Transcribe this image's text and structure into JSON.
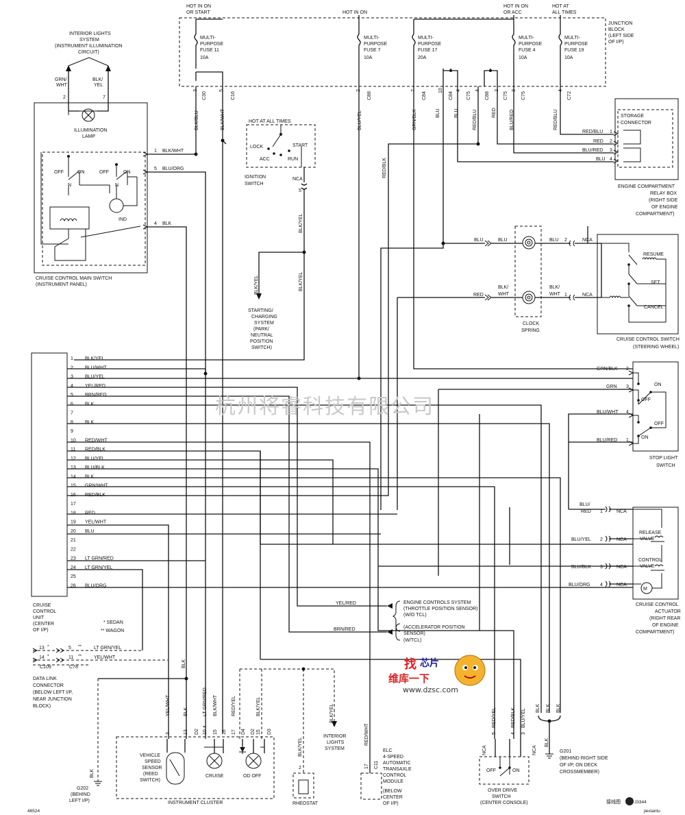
{
  "junction_block": {
    "hot_labels": [
      "HOT IN ON",
      "OR START",
      "HOT IN ON",
      "HOT IN ON",
      "OR ACC",
      "HOT AT",
      "ALL TIMES"
    ],
    "title": [
      "JUNCTION",
      "BLOCK",
      "(LEFT SIDE",
      "OF I/P)"
    ],
    "fuses": [
      {
        "l1": "MULTI-",
        "l2": "PURPOSE",
        "l3": "FUSE 11",
        "l4": "10A"
      },
      {
        "l1": "MULTI-",
        "l2": "PURPOSE",
        "l3": "FUSE 7",
        "l4": "10A"
      },
      {
        "l1": "MULTI-",
        "l2": "PURPOSE",
        "l3": "FUSE 17",
        "l4": "20A"
      },
      {
        "l1": "MULTI-",
        "l2": "PURPOSE",
        "l3": "FUSE 4",
        "l4": "10A"
      },
      {
        "l1": "MULTI-",
        "l2": "PURPOSE",
        "l3": "FUSE 19",
        "l4": "10A"
      }
    ],
    "pins": [
      {
        "pin": "3",
        "conn": "C30"
      },
      {
        "pin": "5",
        "conn": "C16"
      },
      {
        "pin": "2",
        "conn": "C88"
      },
      {
        "pin": "7",
        "conn": "C84"
      },
      {
        "pin": "10",
        "conn": "C84"
      },
      {
        "pin": "4",
        "conn": "C75"
      },
      {
        "pin": "4",
        "conn": "C88"
      },
      {
        "pin": "2",
        "conn": "C75"
      },
      {
        "pin": "3",
        "conn": "C75"
      },
      {
        "pin": "4",
        "conn": "C72"
      }
    ],
    "wires": [
      "BLK/BLU",
      "BLK/WHT",
      "BLU/YEL",
      "GRN/BLK",
      "BLU",
      "BLU",
      "RED/BLU",
      "RED",
      "BLU/RED",
      "RED/BLU"
    ]
  },
  "interior_lights": {
    "l1": "INTERIOR LIGHTS",
    "l2": "SYSTEM",
    "l3": "(INSTRUMENT ILLUMINATION",
    "l4": "CIRCUIT)",
    "w1": "GRN/",
    "w1b": "WHT",
    "w2": "BLK/",
    "w2b": "YEL",
    "p1": "2",
    "p2": "7"
  },
  "main_switch": {
    "lamp_l1": "ILLUMINATION",
    "lamp_l2": "LAMP",
    "off1": "OFF",
    "on1": "ON",
    "off2": "OFF",
    "on2": "ON",
    "n1": "N",
    "n2": "N",
    "ind": "IND",
    "title_l1": "CRUISE CONTROL MAIN SWITCH",
    "title_l2": "(INSTRUMENT PANEL)",
    "pins": [
      {
        "pin": "1",
        "wire": "BLK/WHT"
      },
      {
        "pin": "5",
        "wire": "BLU/ORG"
      },
      {
        "pin": "4",
        "wire": "BLK"
      }
    ]
  },
  "ignition": {
    "hot": "HOT AT ALL TIMES",
    "lock": "LOCK",
    "start": "START",
    "acc": "ACC",
    "run": "RUN",
    "t1": "IGNITION",
    "t2": "SWITCH",
    "nca": "NCA",
    "pin": "5",
    "wire1": "BLK/YEL",
    "wire2": "BLK/YEL",
    "wire3": "BLK/YEL"
  },
  "starting": {
    "l1": "STARTING/",
    "l2": "CHARGING",
    "l3": "SYSTEM",
    "l4": "(PARK/",
    "l5": "NEUTRAL",
    "l6": "POSITION",
    "l7": "SWITCH)"
  },
  "storage": {
    "t1": "STORAGE",
    "t2": "CONNECTOR",
    "rows": [
      {
        "wire": "RED/BLU",
        "pin": "1"
      },
      {
        "wire": "RED",
        "pin": "2"
      },
      {
        "wire": "BLU/RED",
        "pin": "3"
      },
      {
        "wire": "BLU",
        "pin": "4"
      }
    ],
    "relay": [
      "ENGINE COMPARTMENT",
      "RELAY BOX",
      "(RIGHT SIDE",
      "OF ENGINE",
      "COMPARTMENT)"
    ]
  },
  "clock_spring": {
    "w_blu_l": "BLU",
    "w_blu_in": "BLU",
    "w_blu_out": "BLU",
    "pin2": "2",
    "nca1": "NCA",
    "w_red": "RED",
    "w_bw_in1": "BLK/",
    "w_bw_in2": "WHT",
    "w_bw_out1": "BLK/",
    "w_bw_out2": "WHT",
    "pin1": "1",
    "nca2": "NCA",
    "t1": "CLOCK",
    "t2": "SPRING"
  },
  "cruise_switch": {
    "resume": "RESUME",
    "set": "SET",
    "cancel": "CANCEL",
    "t1": "CRUISE CONTROL SWITCH",
    "t2": "(STEERING WHEEL)"
  },
  "ccu": {
    "pins": [
      {
        "pin": "1",
        "wire": "BLK/YEL"
      },
      {
        "pin": "2",
        "wire": "BLU/WHT"
      },
      {
        "pin": "3",
        "wire": "BLU/YEL"
      },
      {
        "pin": "4",
        "wire": "YEL/RED"
      },
      {
        "pin": "5",
        "wire": "BRN/RED"
      },
      {
        "pin": "6",
        "wire": "BLK"
      },
      {
        "pin": "7",
        "wire": ""
      },
      {
        "pin": "8",
        "wire": "BLK"
      },
      {
        "pin": "9",
        "wire": ""
      },
      {
        "pin": "10",
        "wire": "RED/WHT"
      },
      {
        "pin": "11",
        "wire": "RED/BLK"
      },
      {
        "pin": "12",
        "wire": "BLU/YEL"
      },
      {
        "pin": "13",
        "wire": "BLU/BLK"
      },
      {
        "pin": "14",
        "wire": "BLK"
      },
      {
        "pin": "15",
        "wire": "GRN/WHT"
      },
      {
        "pin": "16",
        "wire": "RED/BLK"
      },
      {
        "pin": "17",
        "wire": ""
      },
      {
        "pin": "18",
        "wire": "RED"
      },
      {
        "pin": "19",
        "wire": "YEL/WHT"
      },
      {
        "pin": "20",
        "wire": "BLU"
      },
      {
        "pin": "21",
        "wire": ""
      },
      {
        "pin": "22",
        "wire": ""
      },
      {
        "pin": "23",
        "wire": "LT GRN/RED"
      },
      {
        "pin": "24",
        "wire": "LT GRN/YEL"
      },
      {
        "pin": "25",
        "wire": ""
      },
      {
        "pin": "26",
        "wire": "BLU/ORG"
      }
    ],
    "t": [
      "CRUISE",
      "CONTROL",
      "UNIT",
      "(CENTER",
      "OF I/P)"
    ],
    "sedan": "* SEDAN",
    "wagon": "** WAGON"
  },
  "stop_light": {
    "w1": "GRN/BLK",
    "p1": "2",
    "w2": "GRN",
    "p2": "3",
    "w3": "BLU/WHT",
    "p3": "4",
    "w4": "BLU/RED",
    "p4": "1",
    "on1": "ON",
    "off1": "OFF",
    "off2": "OFF",
    "on2": "ON",
    "t1": "STOP LIGHT",
    "t2": "SWITCH"
  },
  "actuator": {
    "w1a": "BLU/",
    "w1b": "RED",
    "p1": "1",
    "w2": "BLU/YEL",
    "p2": "2",
    "w3": "BLU/BLK",
    "p3": "3",
    "w4": "BLU/ORG",
    "p4": "4",
    "nca": "NCA",
    "rv1": "RELEASE",
    "rv2": "VALVE",
    "cv1": "CONTROL",
    "cv2": "VALVE",
    "t": [
      "CRUISE CONTROL",
      "ACTUATOR",
      "(RIGHT REAR",
      "OF ENGINE",
      "COMPARTMENT)"
    ]
  },
  "ecs": {
    "w1": "YEL/RED",
    "w2": "BRN/RED",
    "a1": "ENGINE CONTROLS SYSTEM",
    "a2": "(THROTTLE POSITION SENSOR)",
    "a3": "(W/O TCL)",
    "b1": "(ACCELERATOR POSITION",
    "b2": "SENSOR)",
    "b3": "(W/TCL)"
  },
  "dlc": {
    "r1": {
      "p1": "13",
      "s1": "*",
      "p2": "5",
      "s2": "**",
      "wire": "LT GRN/YEL"
    },
    "r2": {
      "p1": "14",
      "s1": "*",
      "p2": "11",
      "s2": "**",
      "wire": "YEL/WHT"
    },
    "c1": "C109",
    "c2": "C78",
    "t": [
      "DATA LINK",
      "CONNECTOR",
      "(BELOW LEFT I/P,",
      "NEAR JUNCTION",
      "BLOCK)"
    ]
  },
  "cluster": {
    "pins": [
      {
        "pin": "3",
        "wire": "YEL/WHT"
      },
      {
        "pin": "13",
        "wire": "BLK"
      },
      {
        "pin": "D2",
        "wire": ""
      },
      {
        "pin": "10 4",
        "wire": "LT GRN/RED"
      },
      {
        "pin": "15",
        "wire": "BLK/WHT"
      },
      {
        "pin": "16",
        "wire": ""
      },
      {
        "pin": "17",
        "wire": "RED/YEL"
      },
      {
        "pin": "D4",
        "wire": ""
      },
      {
        "pin": "D2",
        "wire": ""
      },
      {
        "pin": "15",
        "wire": "BLK/YEL"
      },
      {
        "pin": "D3",
        "wire": ""
      }
    ],
    "vss": [
      "VEHICLE",
      "SPEED",
      "SENSOR",
      "(REED",
      "SWITCH)"
    ],
    "cruise": "CRUISE",
    "odoff": "OD OFF",
    "title": "INSTRUMENT CLUSTER",
    "blk": "BLK"
  },
  "rheostat": {
    "w": "BLK/YEL",
    "pin": "2",
    "t": "RHEOSTAT",
    "w2": "BLK/YEL",
    "il1": "INTERIOR",
    "il2": "LIGHTS",
    "il3": "SYSTEM"
  },
  "elc": {
    "w": "RED/WHT",
    "pin": "17",
    "conn": "C11",
    "t": [
      "ELC",
      "4-SPEED",
      "AUTOMATIC",
      "TRANSAXLE",
      "CONTROL",
      "MODULE",
      "(BELOW",
      "CENTER",
      "OF I/P)"
    ]
  },
  "overdrive": {
    "w1": "RED/YEL",
    "w2": "RED/BLK",
    "w3": "BLU/YEL",
    "p1": "5",
    "p2": "4",
    "p3": "3",
    "nca1": "NCA",
    "nca2": "NCA",
    "off": "OFF",
    "on": "ON",
    "t1": "OVER DRIVE",
    "t2": "SWITCH",
    "t3": "(CENTER CONSOLE)"
  },
  "g201": {
    "w": "BLK",
    "w1": "BLK",
    "w2": "BLK",
    "w3": "BLK",
    "t": [
      "G201",
      "(BEHIND RIGHT SIDE",
      "OF I/P, ON DECK",
      "CROSSMEMBER)"
    ]
  },
  "g202": {
    "w": "BLK",
    "t": [
      "G202",
      "(BEHIND",
      "LEFT I/P)"
    ]
  },
  "footer": {
    "code": "46524",
    "id": "J3344",
    "site": "jiexiantu"
  },
  "watermark": "杭州将睿科技有限公司",
  "logo": {
    "a": "找",
    "b": "芯片",
    "c": "维库一下",
    "url": "www.dzsc.com",
    "badge": "接线图"
  }
}
